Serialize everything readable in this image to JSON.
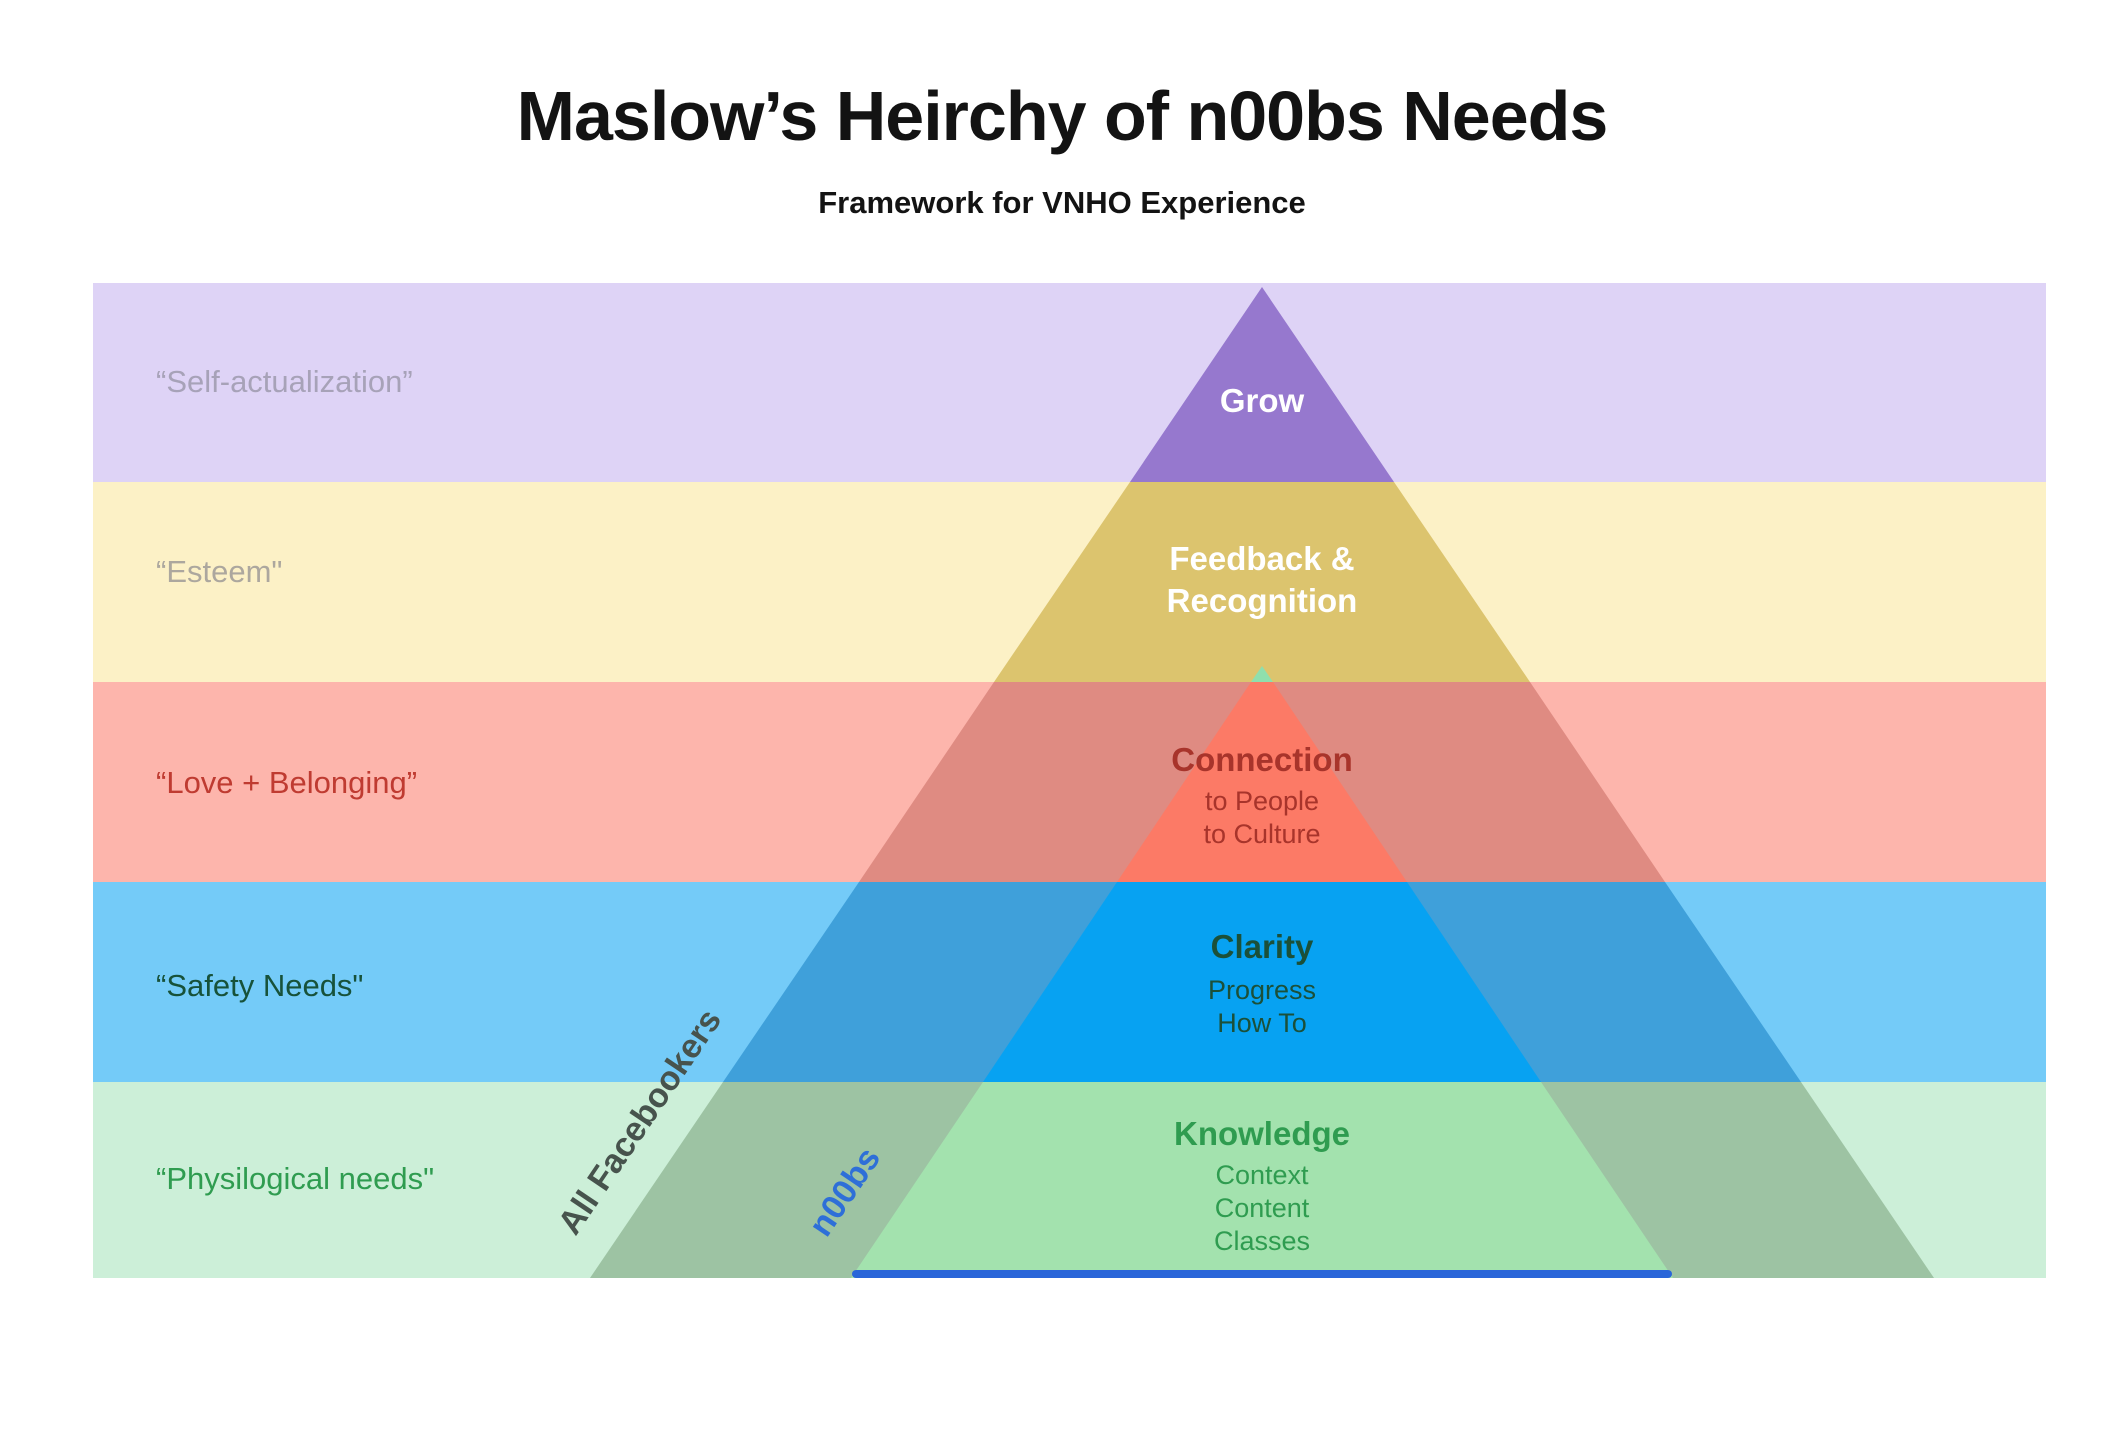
{
  "header": {
    "title": "Maslow’s Heirchy of n00bs Needs",
    "subtitle": "Framework for VNHO Experience",
    "text_color": "#131313"
  },
  "bands": [
    {
      "label": "“Self-actualization”",
      "fill": "#DED3F6",
      "label_color": "#A7A2B8",
      "overlay_fill": "#9678CE"
    },
    {
      "label": "“Esteem\"",
      "fill": "#FCF1C6",
      "label_color": "#ACA79E",
      "overlay_fill": "#DCC46E"
    },
    {
      "label": "“Love + Belonging”",
      "fill": "#FDB5AC",
      "label_color": "#BF3B31",
      "overlay_fill": "#DF8B82",
      "inner_fill": "#FC7A66"
    },
    {
      "label": "“Safety Needs\"",
      "fill": "#74CBF8",
      "label_color": "#17523A",
      "overlay_fill": "#3FA0DA",
      "inner_fill": "#07A2F2"
    },
    {
      "label": "“Physilogical needs\"",
      "fill": "#CCEFD8",
      "label_color": "#2F9C50",
      "overlay_fill": "#9DC3A3",
      "inner_fill": "#A3E2AE"
    }
  ],
  "pyramid": {
    "outer_label": "All Facebookers",
    "outer_label_color": "#47534D",
    "inner_label": "n00bs",
    "inner_label_color": "#2E6FD8",
    "inner_tip_fill": "#8FDFAD",
    "underline_color": "#2A66D9",
    "levels": [
      {
        "heading": "Grow",
        "color": "#FFFFFF",
        "lines": []
      },
      {
        "heading": "Feedback &",
        "heading2": "Recognition",
        "color": "#FFFFFF",
        "lines": []
      },
      {
        "heading": "Connection",
        "color": "#A8342B",
        "lines": [
          "to People",
          "to Culture"
        ]
      },
      {
        "heading": "Clarity",
        "color": "#1B5039",
        "lines": [
          "Progress",
          "How To"
        ]
      },
      {
        "heading": "Knowledge",
        "color": "#2F9C50",
        "lines": [
          "Context",
          "Content",
          "Classes"
        ]
      }
    ]
  }
}
